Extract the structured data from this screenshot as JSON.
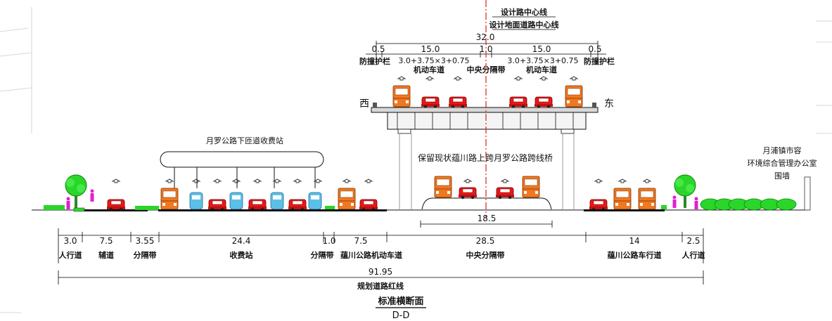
{
  "top": {
    "centerline_design": "设计路中心线",
    "centerline_ground": "设计地面道路中心线",
    "total_width": "32.0",
    "dims": [
      "0.5",
      "15.0",
      "1.0",
      "15.0",
      "0.5"
    ],
    "formula_left": "3.0+3.75×3+0.75",
    "formula_right": "3.0+3.75×3+0.75",
    "barrier_left": "防撞护栏",
    "barrier_right": "防撞护栏",
    "lane_left": "机动车道",
    "lane_right": "机动车道",
    "median": "中央分隔带",
    "west": "西",
    "east": "东"
  },
  "labels": {
    "toll_station": "月罗公路下匝道收费站",
    "keep_bridge": "保留现状蕴川路上跨月罗公路跨线桥",
    "office_line1": "月浦镇市容",
    "office_line2": "环境综合管理办公室",
    "office_line3": "围墙",
    "bridge_width": "18.5"
  },
  "bottom": {
    "segments": [
      {
        "value": "3.0",
        "name": "人行道"
      },
      {
        "value": "7.5",
        "name": "辅道"
      },
      {
        "value": "3.55",
        "name": "分隔带"
      },
      {
        "value": "24.4",
        "name": "收费站"
      },
      {
        "value": "1.0",
        "name": "分隔带"
      },
      {
        "value": "7.5",
        "name": "蕴川公路机动车道"
      },
      {
        "value": "28.5",
        "name": "中央分隔带"
      },
      {
        "value": "14",
        "name": "蕴川公路车行道"
      },
      {
        "value": "2.5",
        "name": "人行道"
      }
    ],
    "total": "91.95",
    "red_line": "规划道路红线",
    "title": "标准横断面",
    "section": "D-D"
  },
  "colors": {
    "red_car": "#e81818",
    "orange_bus": "#f07820",
    "toll_blue": "#5bc0e8",
    "tree": "#22cc22",
    "pedestrian": "#e020d0",
    "centerline": "#e02020"
  }
}
